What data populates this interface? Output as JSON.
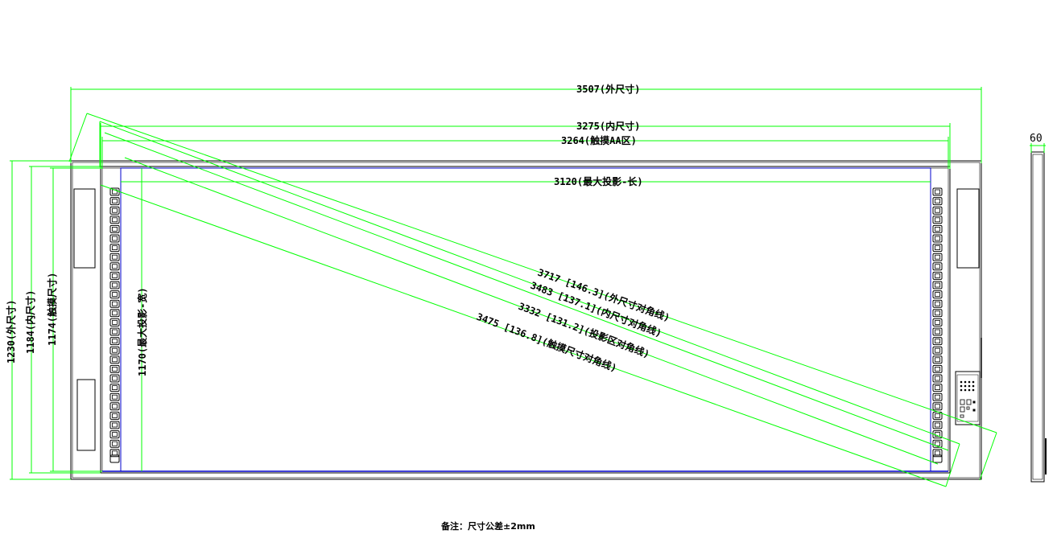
{
  "colors": {
    "dimension_line": "#00ff00",
    "frame_outline": "#000000",
    "inner_border": "#0000cc",
    "text": "#000000",
    "background": "#ffffff"
  },
  "dimensions": {
    "outer_width": "3507(外尺寸)",
    "inner_width": "3275(内尺寸)",
    "touch_width": "3264(触摸AA区)",
    "projection_width": "3120(最大投影-长)",
    "outer_height": "1230(外尺寸)",
    "inner_height": "1184(内尺寸)",
    "touch_height": "1174(触摸尺寸)",
    "projection_height": "1170(最大投影-宽)",
    "outer_diagonal": "3717 [146.3](外尺寸对角线)",
    "inner_diagonal": "3483 [137.1](内尺寸对角线)",
    "projection_diagonal": "3332 [131.2](投影区对角线)",
    "touch_diagonal": "3475 [136.8](触摸尺寸对角线)",
    "side_thickness": "60"
  },
  "note": "备注：尺寸公差±2mm",
  "sensor_rows": 30,
  "remote_panel": {
    "icon": "control-keypad-icon"
  }
}
